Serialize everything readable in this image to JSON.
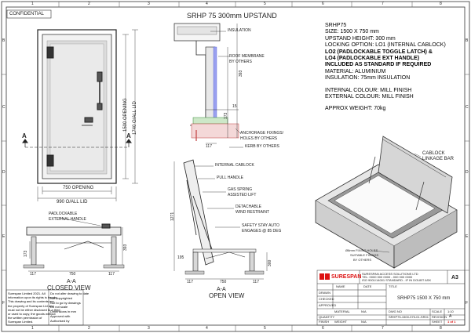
{
  "frame": {
    "col_numbers": [
      "1",
      "2",
      "3",
      "4",
      "5",
      "6",
      "7",
      "8"
    ],
    "row_letters": [
      "B",
      "C",
      "D",
      "E",
      "F"
    ],
    "confidential_label": "CONFIDENTIAL"
  },
  "title": "SRHP 75 300mm UPSTAND",
  "spec": {
    "lines": [
      "SRHP75",
      "SIZE: 1500 X 750 mm",
      "UPSTAND HEIGHT: 300 mm",
      "LOCKING OPTION: LO1 (INTERNAL CABLOCK)"
    ],
    "bold_lines": [
      "LO2 (PADLOCKABLE TOGGLE LATCH) &",
      "LO4 (PADLOCKABLE EXT HANDLE)",
      "INCLUDED AS STANDARD IF REQUIRED"
    ],
    "material_lines": [
      "MATERIAL: ALUMINIUM",
      "INSULATION: 75mm INSULATION"
    ],
    "colour_lines": [
      "INTERNAL COLOUR: MILL FINISH",
      "EXTERNAL COLOUR: MILL FINISH"
    ],
    "weight": "APPROX WEIGHT: 70kg"
  },
  "plan_view": {
    "dim_1500": "1500 OPENING",
    "dim_1740": "1740 O/ALL LID",
    "dim_750": "750 OPENING",
    "dim_990": "990 O/ALL LID",
    "section_mark": "A"
  },
  "detail": {
    "insulation": "INSULATION",
    "roof_membrane": "ROOF MEMBRANE",
    "by_others_1": "BY OTHERS",
    "anchorage": "ANCHORAGE FIXINGS/",
    "holes_by_others": "HOLES BY OTHERS",
    "kerb": "KERB BY OTHERS",
    "dim_15": "15",
    "dim_393": "393",
    "dim_173": "173",
    "dim_117": "117"
  },
  "closed_view": {
    "padlock_1": "PADLOCKABLE",
    "padlock_2": "EXTERNAL HANDLE",
    "dim_173": "173",
    "dim_393": "393",
    "dim_117a": "117",
    "dim_750": "750",
    "dim_117b": "117",
    "section": "A-A",
    "label": "CLOSED VIEW"
  },
  "open_view": {
    "internal_cablock": "INTERNAL CABLOCK",
    "pull_handle": "PULL HANDLE",
    "gas_spring_1": "GAS SPRING",
    "gas_spring_2": "ASSISTED LIFT",
    "detachable_1": "DETACHABLE",
    "detachable_2": "WIND RESTRAINT",
    "safety_1": "SAFETY STAY AUTO",
    "safety_2": "ENGAGES @ 85 DEG",
    "dim_1271": "1271",
    "dim_300": "300",
    "dim_195": "195",
    "dim_117a": "117",
    "dim_750": "750",
    "dim_117b": "117",
    "section": "A-A",
    "label": "OPEN VIEW"
  },
  "iso": {
    "cablock_1": "CABLOCK",
    "cablock_2": "LINKAGE BAR",
    "fixing_1": "Ø8mm FIXING HOLES",
    "fixing_2": "SUITABLE FIXINGS",
    "fixing_3": "BY OTHERS"
  },
  "title_block": {
    "brand": "SURESPAN",
    "company_lines": [
      "SURESPAN ACCESS SOLUTIONS LTD",
      "TEL: 0000 000 0000 - 000 000 0000",
      "ISO 9001/14001 STANDARD - IF IN DOUBT ASK"
    ],
    "size": "A3",
    "title_hdr": "TITLE",
    "drawing_title": "SRHP75 1500 X 750 mm",
    "name_hdr": "NAME",
    "date_hdr": "DATE",
    "rows": [
      "DRAWN",
      "CHECKED",
      "APPROVED",
      "QUANTITY",
      "FINISH"
    ],
    "material_lbl": "MATERIAL",
    "material_val": "N/A",
    "dwg_no_lbl": "DWG NO",
    "dwg_no": "SRHP75-1500-375-01-SR01",
    "weight_lbl": "WEIGHT",
    "weight_val": "N/A",
    "scale_lbl": "SCALE",
    "scale_val": "1:10",
    "revision_lbl": "REVISION",
    "revision_val": "A",
    "sheet_lbl": "SHEET",
    "sheet_val": "1 of 1",
    "notes": [
      "Surespan Limited 2021. All",
      "information upon its rights is hereby",
      "This drawing and its contents are",
      "the property of Surespan Ltd and",
      "must not be either disclosed to a third",
      "or used to copy, the goods without",
      "the written permission of",
      "Surespan Limited."
    ],
    "note_right": [
      "Do not alter drawing to date",
      "Not copyrighted",
      "Not to go by drawings",
      "Do not scale",
      "Dimensions in mm",
      "Approved with",
      "Authorised by"
    ]
  }
}
